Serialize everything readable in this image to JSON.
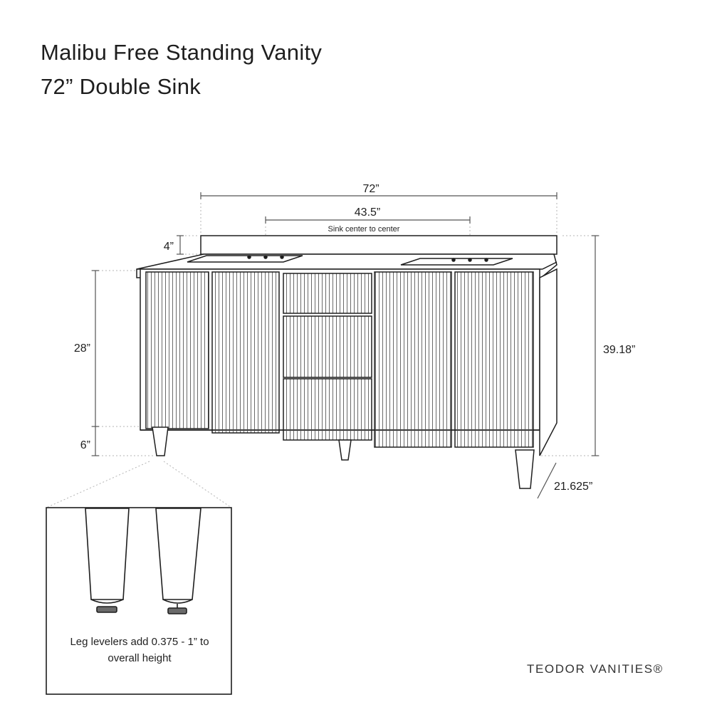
{
  "title": {
    "line1": "Malibu Free Standing Vanity",
    "line2": "72” Double Sink"
  },
  "dimensions": {
    "width": "72”",
    "sink_center": "43.5”",
    "sink_center_note": "Sink center to center",
    "backsplash": "4”",
    "cabinet_height": "28”",
    "leg_height": "6”",
    "total_height": "39.18”",
    "depth": "21.625”"
  },
  "detail": {
    "note_line1": "Leg levelers add 0.375 - 1” to",
    "note_line2": "overall height"
  },
  "brand": "TEODOR VANITIES®",
  "colors": {
    "line": "#1e1e1e",
    "dim_line": "#555555",
    "guide": "#b5b5b5"
  }
}
